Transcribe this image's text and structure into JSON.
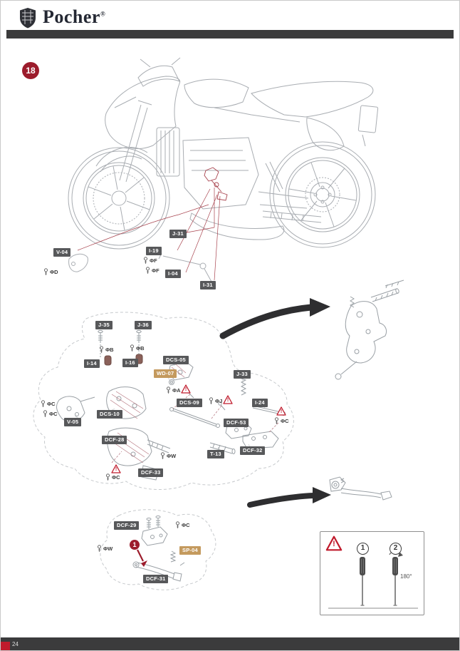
{
  "header": {
    "brand": "Pocher",
    "registered": "®"
  },
  "step_badge": "18",
  "part_labels": {
    "top": [
      "V-04",
      "J-31",
      "I-19",
      "I-04",
      "I-31"
    ],
    "exploded": [
      "J-35",
      "J-36",
      "I-14",
      "I-16",
      "DCS-05",
      "WD-07",
      "DCS-09",
      "J-33",
      "I-24",
      "DCF-53",
      "DCS-10",
      "V-05",
      "DCF-28",
      "T-13",
      "DCF-32",
      "DCF-33"
    ],
    "bottom": [
      "DCF-29",
      "SP-04",
      "DCF-31"
    ]
  },
  "screw_labels": {
    "top": [
      "ΦD",
      "ΦF",
      "ΦF"
    ],
    "exploded": [
      "ΦB",
      "ΦB",
      "ΦA",
      "ΦJ",
      "ΦC",
      "ΦC",
      "ΦC",
      "ΦW",
      "ΦC"
    ],
    "bottom": [
      "ΦC",
      "ΦW"
    ]
  },
  "warning": {
    "mark": "!"
  },
  "steps": {
    "one": "1",
    "two": "2",
    "rotation": "180°"
  },
  "footer": {
    "page": "24"
  },
  "colors": {
    "accent_red": "#9c1c2c",
    "bar_dark": "#3b3b3c",
    "chip_dark": "#57585a",
    "chip_tan": "#c49a5e",
    "warning_red": "#c01b2c"
  },
  "icons": {
    "pocher-crest-icon": "shield",
    "screw-icon": "screw",
    "warning-triangle-icon": "!",
    "screwdriver-icon": "screwdriver",
    "flow-arrow-icon": "➜"
  }
}
